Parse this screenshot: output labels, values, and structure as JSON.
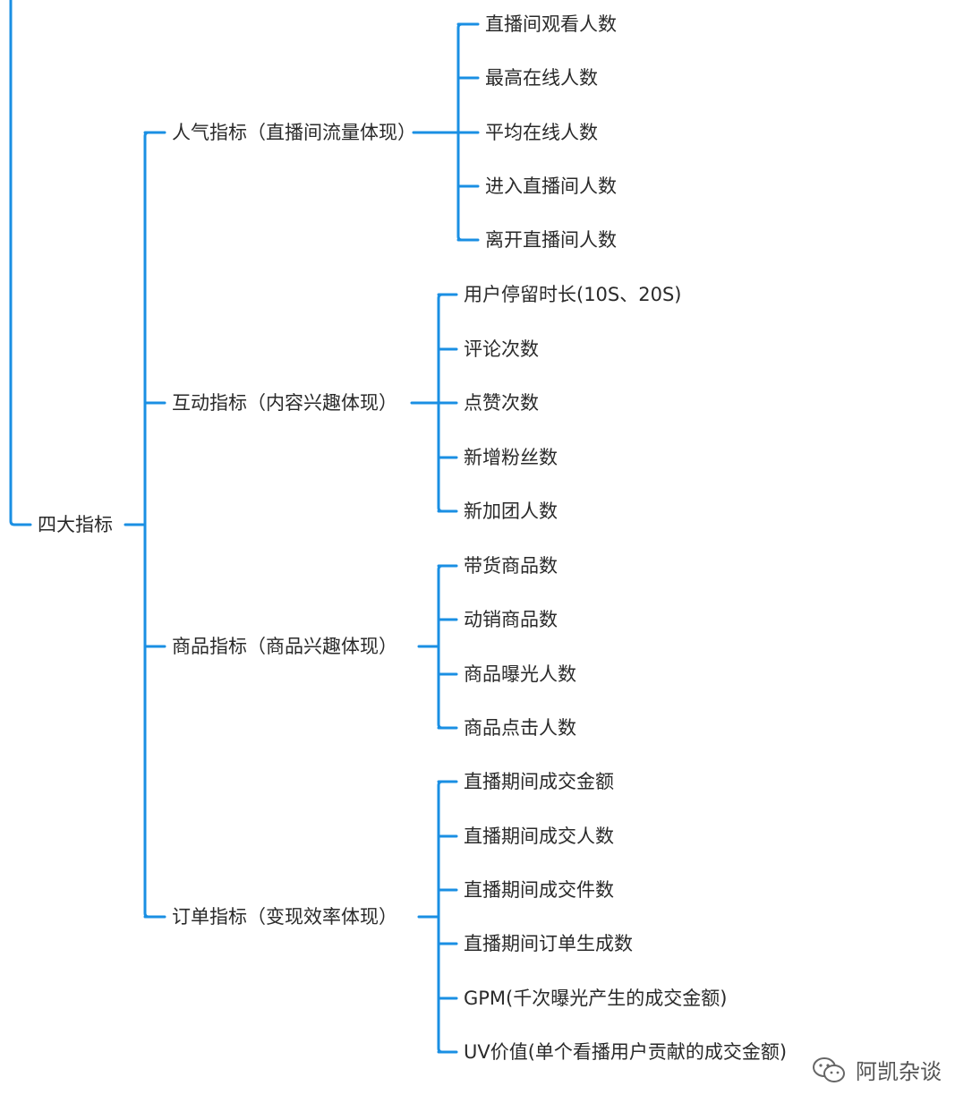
{
  "tree": {
    "root": {
      "label": "四大指标"
    },
    "categories": [
      {
        "label": "人气指标（直播间流量体现）",
        "items": [
          "直播间观看人数",
          "最高在线人数",
          "平均在线人数",
          "进入直播间人数",
          "离开直播间人数"
        ]
      },
      {
        "label": "互动指标（内容兴趣体现）",
        "items": [
          "用户停留时长(10S、20S)",
          "评论次数",
          "点赞次数",
          "新增粉丝数",
          "新加团人数"
        ]
      },
      {
        "label": "商品指标（商品兴趣体现）",
        "items": [
          "带货商品数",
          "动销商品数",
          "商品曝光人数",
          "商品点击人数"
        ]
      },
      {
        "label": "订单指标（变现效率体现）",
        "items": [
          "直播期间成交金额",
          "直播期间成交人数",
          "直播期间成交件数",
          "直播期间订单生成数",
          "GPM(千次曝光产生的成交金额)",
          "UV价值(单个看播用户贡献的成交金额)"
        ]
      }
    ]
  },
  "watermark": {
    "text": "阿凯杂谈",
    "icon": "wechat-icon"
  },
  "colors": {
    "line": "#1a8fe3",
    "text": "#2a2a2a"
  }
}
